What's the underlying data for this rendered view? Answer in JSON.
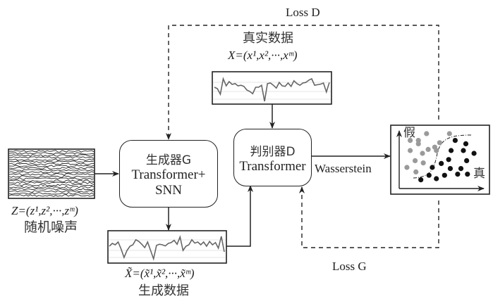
{
  "diagram": {
    "loss_d": {
      "label": "Loss D"
    },
    "loss_g": {
      "label": "Loss G"
    },
    "noise": {
      "formula": "Z=(z¹,z²,···,zᵐ)",
      "caption": "随机噪声"
    },
    "generator": {
      "title": "生成器G",
      "line2": "Transformer+",
      "line3": "SNN"
    },
    "real_data": {
      "caption": "真实数据",
      "formula": "X=(x¹,x²,···,xᵐ)",
      "series": [
        0.55,
        0.5,
        0.3,
        0.85,
        0.6,
        0.75,
        0.65,
        0.68,
        0.6,
        0.62,
        0.58,
        0.45,
        0.4,
        0.32,
        0.55,
        0.55,
        0.62,
        0.05,
        0.68,
        0.7,
        0.62,
        0.52,
        0.72,
        0.6,
        0.58,
        0.7,
        0.58,
        0.78,
        0.68,
        0.62,
        0.7,
        0.72,
        0.8,
        0.85,
        0.62,
        0.64,
        0.66,
        0.7,
        0.38,
        0.72
      ]
    },
    "fake_data": {
      "caption": "生成数据",
      "formula": "X̃=(x̃¹,x̃²,···,x̃ᵐ)",
      "series": [
        0.55,
        0.65,
        0.6,
        0.7,
        0.45,
        0.15,
        0.4,
        0.55,
        0.6,
        0.78,
        0.72,
        0.62,
        0.5,
        0.7,
        0.4,
        0.1,
        0.58,
        0.62,
        0.6,
        0.56,
        0.65,
        0.68,
        0.76,
        0.62,
        0.88,
        0.4,
        0.55,
        0.6,
        0.78,
        0.66,
        0.7,
        0.6,
        0.7,
        0.55,
        0.72,
        0.6,
        0.68,
        0.48,
        0.9,
        0.35
      ]
    },
    "discriminator": {
      "title": "判别器D",
      "line2": "Transformer"
    },
    "edge_label": "Wasserstein",
    "scatter": {
      "y_label": "假",
      "x_label": "真",
      "fake_color": "#9a9a9a",
      "real_color": "#111111",
      "fake_points": [
        [
          0.3,
          0.9
        ],
        [
          0.58,
          0.9
        ],
        [
          0.2,
          0.72
        ],
        [
          0.32,
          0.62
        ],
        [
          0.46,
          0.74
        ],
        [
          0.1,
          0.6
        ],
        [
          0.2,
          0.78
        ],
        [
          0.1,
          0.78
        ],
        [
          0.25,
          0.55
        ],
        [
          0.42,
          0.6
        ],
        [
          0.16,
          0.42
        ],
        [
          0.26,
          0.38
        ],
        [
          0.06,
          0.3
        ],
        [
          0.17,
          0.22
        ],
        [
          0.4,
          0.66
        ]
      ],
      "real_points": [
        [
          0.65,
          0.78
        ],
        [
          0.78,
          0.72
        ],
        [
          0.6,
          0.6
        ],
        [
          0.75,
          0.6
        ],
        [
          0.88,
          0.55
        ],
        [
          0.57,
          0.44
        ],
        [
          0.79,
          0.42
        ],
        [
          0.48,
          0.37
        ],
        [
          0.37,
          0.3
        ],
        [
          0.59,
          0.28
        ],
        [
          0.72,
          0.28
        ],
        [
          0.33,
          0.16
        ],
        [
          0.52,
          0.16
        ],
        [
          0.68,
          0.18
        ],
        [
          0.23,
          0.08
        ],
        [
          0.42,
          0.1
        ],
        [
          0.8,
          0.18
        ]
      ]
    }
  }
}
